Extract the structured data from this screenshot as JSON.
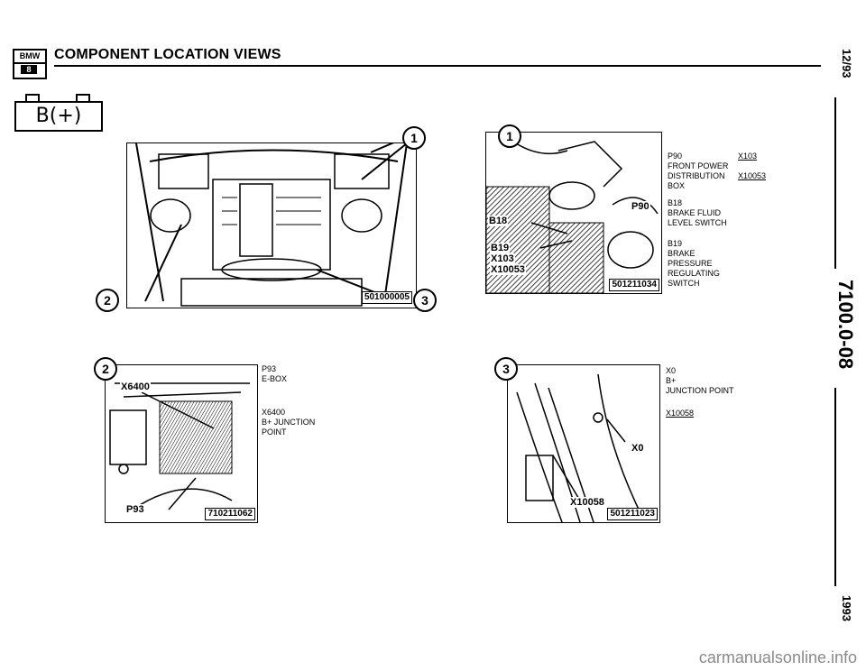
{
  "header": {
    "logo_top": "BMW",
    "logo_bottom": "8",
    "title": "COMPONENT LOCATION VIEWS",
    "badge": "B(+)"
  },
  "side": {
    "date": "12/93",
    "doc_number": "7100.0-08",
    "year": "1993"
  },
  "views": {
    "engine": {
      "callouts": [
        "1",
        "2",
        "3"
      ],
      "code": "501000005"
    },
    "view1": {
      "callout": "1",
      "code": "501211034",
      "labels": {
        "b18": "B18",
        "p90": "P90",
        "b19": "B19",
        "x103": "X103",
        "x10053": "X10053"
      },
      "legend": {
        "p90_code": "P90",
        "p90_desc": [
          "FRONT POWER",
          "DISTRIBUTION",
          "BOX"
        ],
        "b18_code": "B18",
        "b18_desc": [
          "BRAKE FLUID",
          "LEVEL SWITCH"
        ],
        "b19_code": "B19",
        "b19_desc": [
          "BRAKE",
          "PRESSURE",
          "REGULATING",
          "SWITCH"
        ],
        "x103": "X103",
        "x10053": "X10053"
      }
    },
    "view2": {
      "callout": "2",
      "code": "710211062",
      "labels": {
        "x6400": "X6400",
        "p93": "P93"
      },
      "legend": {
        "p93_code": "P93",
        "p93_desc": "E-BOX",
        "x6400_code": "X6400",
        "x6400_desc": [
          "B+ JUNCTION",
          "POINT"
        ]
      }
    },
    "view3": {
      "callout": "3",
      "code": "501211023",
      "labels": {
        "x0": "X0",
        "x10058": "X10058"
      },
      "legend": {
        "x0_code": "X0",
        "x0_desc": [
          "B+",
          "JUNCTION POINT"
        ],
        "x10058": "X10058"
      }
    }
  },
  "footer": {
    "watermark": "carmanualsonline.info"
  }
}
